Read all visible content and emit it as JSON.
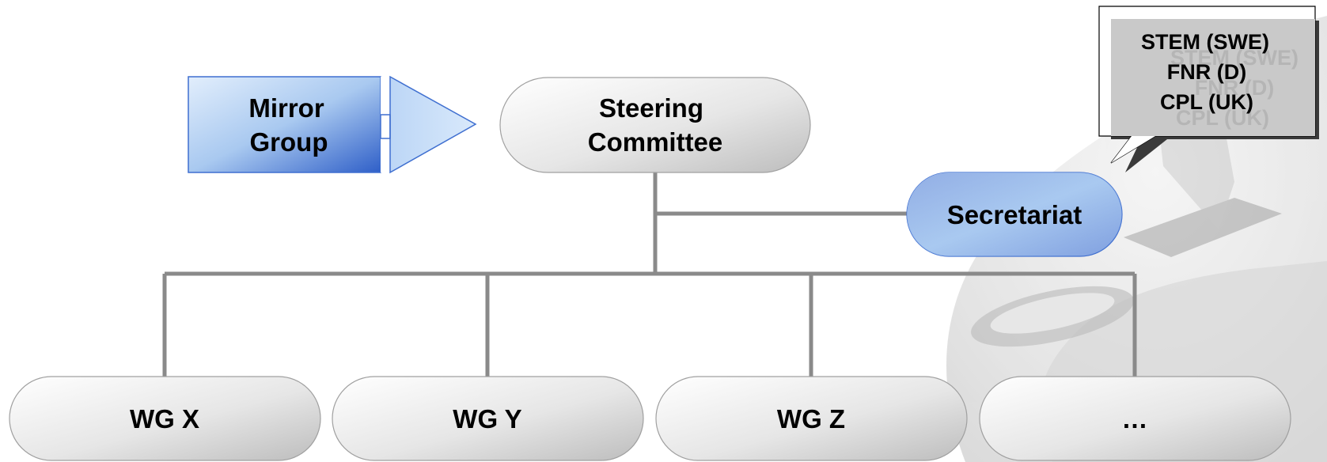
{
  "diagram": {
    "mirror_group": {
      "line1": "Mirror",
      "line2": "Group"
    },
    "steering_committee": {
      "line1": "Steering",
      "line2": "Committee"
    },
    "secretariat": {
      "label": "Secretariat"
    },
    "callout": {
      "line1": "STEM (SWE)",
      "line2": "FNR (D)",
      "line3": "CPL (UK)"
    },
    "working_groups": [
      {
        "label": "WG X"
      },
      {
        "label": "WG Y"
      },
      {
        "label": "WG Z"
      },
      {
        "label": "…"
      }
    ]
  },
  "colors": {
    "connector": "#8a8a8a",
    "blue_light": "#d4e6fb",
    "blue_dark": "#2f5fc8",
    "grey_light": "#ffffff",
    "grey_dark": "#c2c2c2",
    "callout_fill": "#c9c9c9",
    "callout_shadow": "#3a3a3a"
  }
}
